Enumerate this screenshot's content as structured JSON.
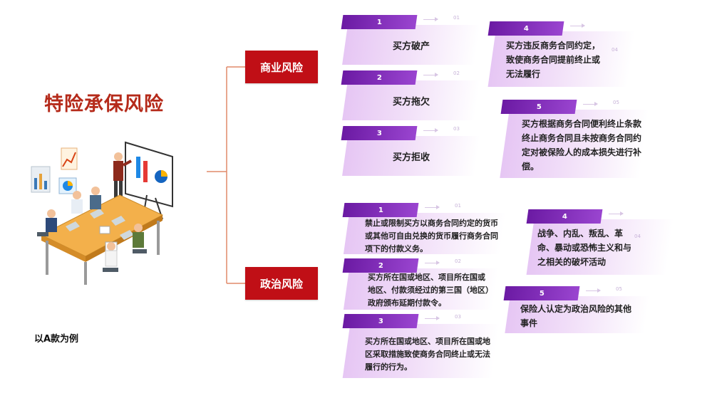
{
  "title": "特险承保风险",
  "note": "以A款为例",
  "categories": [
    {
      "label": "商业风险",
      "cards": [
        {
          "num": "1",
          "tag": "01",
          "text": "买方破产"
        },
        {
          "num": "2",
          "tag": "02",
          "text": "买方拖欠"
        },
        {
          "num": "3",
          "tag": "03",
          "text": "买方拒收"
        },
        {
          "num": "4",
          "tag": "04",
          "text": "买方违反商务合同约定，致使商务合同提前终止或无法履行"
        },
        {
          "num": "5",
          "tag": "05",
          "text": "买方根据商务合同便利终止条款终止商务合同且未按商务合同约定对被保险人的成本损失进行补偿。"
        }
      ]
    },
    {
      "label": "政治风险",
      "cards": [
        {
          "num": "1",
          "tag": "01",
          "text": "禁止或限制买方以商务合同约定的货币或其他可自由兑换的货币履行商务合同项下的付款义务。"
        },
        {
          "num": "2",
          "tag": "02",
          "text": "买方所在国或地区、项目所在国或地区、付款须经过的第三国（地区）政府颁布延期付款令。"
        },
        {
          "num": "3",
          "tag": "03",
          "text": "买方所在国或地区、项目所在国或地区采取措施致使商务合同终止或无法履行的行为。"
        },
        {
          "num": "4",
          "tag": "04",
          "text": "战争、内乱、叛乱、革命、暴动或恐怖主义和与之相关的破坏活动"
        },
        {
          "num": "5",
          "tag": "05",
          "text": "保险人认定为政治风险的其他事件"
        }
      ]
    }
  ],
  "colors": {
    "accent_red": "#c00f16",
    "title_red": "#b52a1a",
    "purple": "#7c2fb8"
  }
}
